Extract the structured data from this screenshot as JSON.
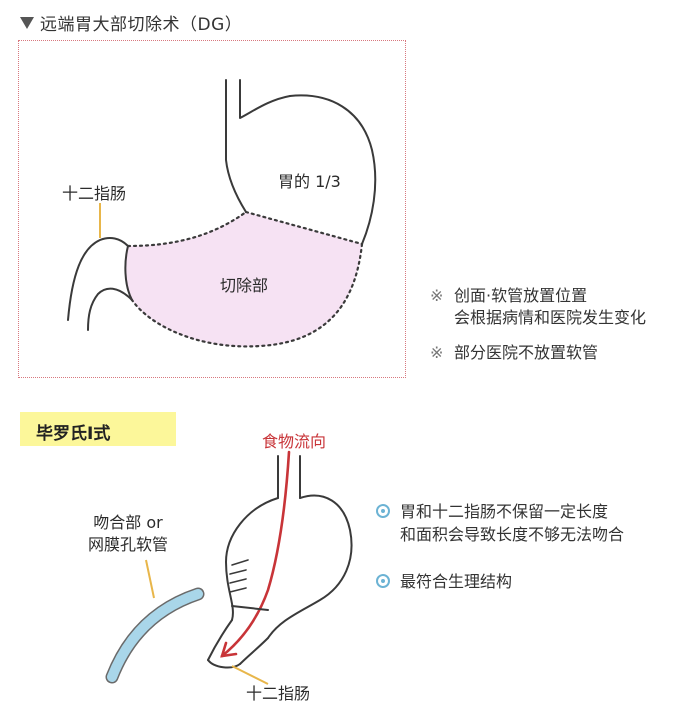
{
  "header": {
    "title": "远端胃大部切除术（DG）"
  },
  "top_diagram": {
    "label_duodenum": "十二指肠",
    "label_stomach_third": "胃的 1/3",
    "label_resection": "切除部"
  },
  "notes": [
    {
      "mark": "※",
      "lines": [
        "创面·软管放置位置",
        "会根据病情和医院发生变化"
      ]
    },
    {
      "mark": "※",
      "lines": [
        "部分医院不放置软管"
      ]
    }
  ],
  "bottom": {
    "badge": "毕罗氏Ⅰ式",
    "food_flow": "食物流向",
    "label_anastomosis": [
      "吻合部 or",
      "网膜孔软管"
    ],
    "label_duodenum": "十二指肠",
    "points": [
      {
        "lines": [
          "胃和十二指肠不保留一定长度",
          "和面积会导致长度不够无法吻合"
        ]
      },
      {
        "lines": [
          "最符合生理结构"
        ]
      }
    ]
  },
  "colors": {
    "frame": "#d8787f",
    "resection_fill": "#f6e2f3",
    "food_arrow": "#c83438",
    "tube": "#a9d6e9",
    "badge": "#fcf79a",
    "bullet": "#6cb3d4"
  }
}
